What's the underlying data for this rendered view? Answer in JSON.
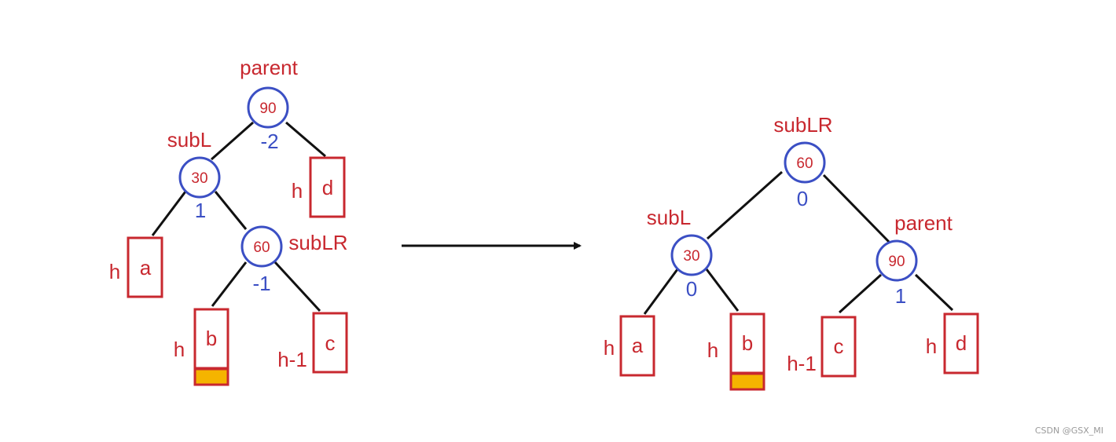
{
  "colors": {
    "red": "#c8282f",
    "blue": "#3b4fc4",
    "line": "#111111",
    "highlight": "#f5b400"
  },
  "left_tree": {
    "parent": {
      "label": "parent",
      "value": "90",
      "balance": "-2"
    },
    "subL": {
      "label": "subL",
      "value": "30",
      "balance": "1"
    },
    "subLR": {
      "label": "subLR",
      "value": "60",
      "balance": "-1"
    },
    "box_a": {
      "height": "h",
      "name": "a"
    },
    "box_b": {
      "height": "h",
      "name": "b"
    },
    "box_c": {
      "height": "h-1",
      "name": "c"
    },
    "box_d": {
      "height": "h",
      "name": "d"
    }
  },
  "right_tree": {
    "subLR": {
      "label": "subLR",
      "value": "60",
      "balance": "0"
    },
    "subL": {
      "label": "subL",
      "value": "30",
      "balance": "0"
    },
    "parent": {
      "label": "parent",
      "value": "90",
      "balance": "1"
    },
    "box_a": {
      "height": "h",
      "name": "a"
    },
    "box_b": {
      "height": "h",
      "name": "b"
    },
    "box_c": {
      "height": "h-1",
      "name": "c"
    },
    "box_d": {
      "height": "h",
      "name": "d"
    }
  },
  "watermark": "CSDN @GSX_MI"
}
